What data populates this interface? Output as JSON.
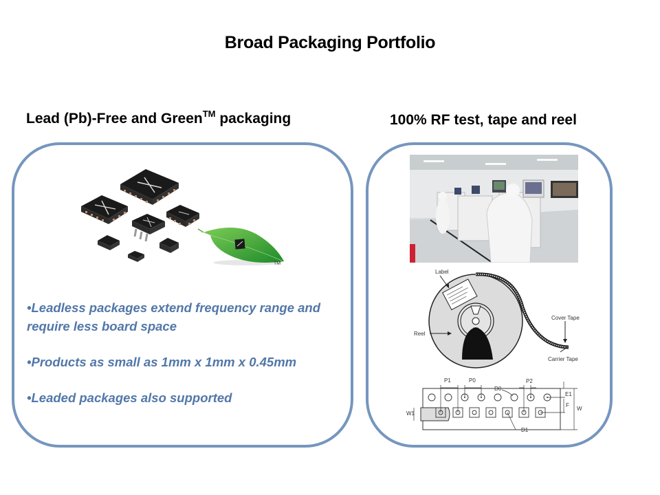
{
  "slide": {
    "title": "Broad Packaging Portfolio"
  },
  "left_section": {
    "heading": "Lead (Pb)-Free and Green",
    "heading_superscript": "TM",
    "heading_suffix": "packaging",
    "image_alt": "Assorted IC packages and a green leaf with chip",
    "trademark_mark": "TM",
    "bullets": [
      "•Leadless packages extend frequency range and require less board space",
      "•Products as small as 1mm x 1mm x 0.45mm",
      "•Leaded packages also supported"
    ]
  },
  "right_section": {
    "heading": "100%  RF test, tape and reel",
    "photo_alt": "Clean room RF test line with technicians",
    "reel_diagram": {
      "labels": {
        "label": "Label",
        "reel": "Reel",
        "cover_tape": "Cover Tape",
        "carrier_tape": "Carrier Tape"
      }
    },
    "tape_diagram": {
      "labels": {
        "p1": "P1",
        "p0": "P0",
        "d0": "D0",
        "p2": "P2",
        "e1": "E1",
        "f": "F",
        "w": "W",
        "w1": "W1",
        "d1": "D1"
      }
    }
  },
  "colors": {
    "panel_border": "#7596be",
    "bullet_text": "#5277a8",
    "heading_text": "#000000"
  }
}
